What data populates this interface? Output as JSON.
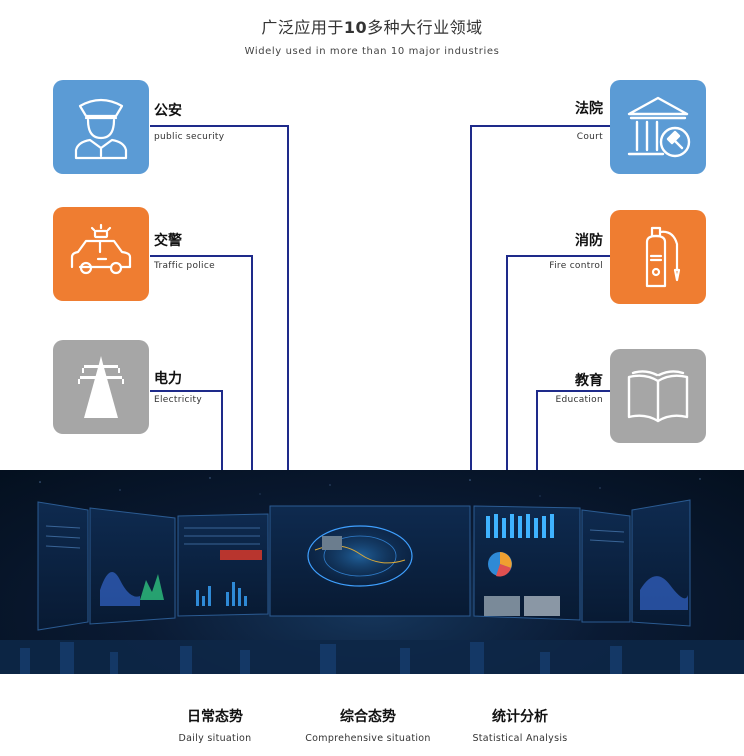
{
  "header": {
    "title_prefix": "广泛应用于",
    "title_num": "10",
    "title_suffix": "多种大行业领域",
    "subtitle": "Widely used in more than 10 major industries"
  },
  "industries": {
    "police": {
      "cn": "公安",
      "en": "public security",
      "icon": "police-officer-icon",
      "color": "#5b9bd5"
    },
    "traffic": {
      "cn": "交警",
      "en": "Traffic police",
      "icon": "police-car-icon",
      "color": "#ef7d31"
    },
    "power": {
      "cn": "电力",
      "en": "Electricity",
      "icon": "power-tower-icon",
      "color": "#a6a6a6"
    },
    "court": {
      "cn": "法院",
      "en": "Court",
      "icon": "courthouse-gavel-icon",
      "color": "#5b9bd5"
    },
    "fire": {
      "cn": "消防",
      "en": "Fire control",
      "icon": "fire-extinguisher-icon",
      "color": "#ef7d31"
    },
    "education": {
      "cn": "教育",
      "en": "Education",
      "icon": "open-book-icon",
      "color": "#a6a6a6"
    }
  },
  "connector_color": "#1e2a8a",
  "features": [
    {
      "cn": "日常态势",
      "en": "Daily situation"
    },
    {
      "cn": "综合态势",
      "en": "Comprehensive situation"
    },
    {
      "cn": "统计分析",
      "en": "Statistical Analysis"
    }
  ]
}
